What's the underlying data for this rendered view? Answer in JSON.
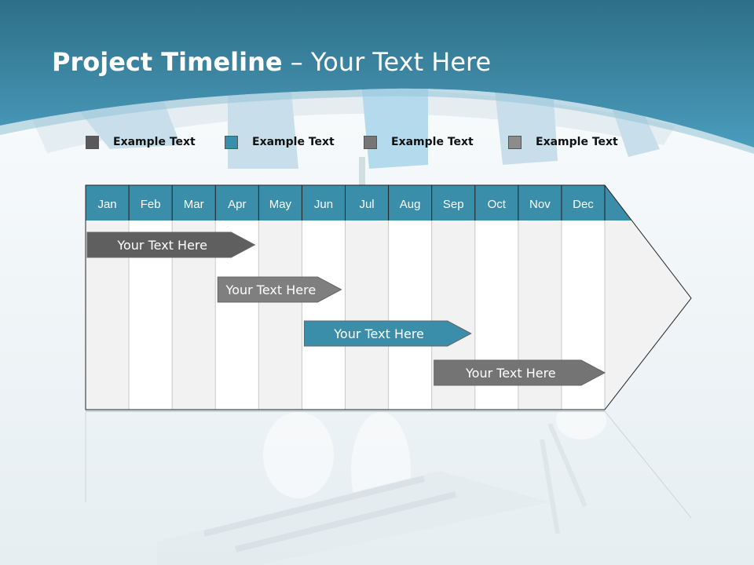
{
  "title": {
    "bold": "Project Timeline",
    "separator": "–",
    "rest": "Your Text Here"
  },
  "legend": [
    {
      "label": "Example Text",
      "color": "#595959"
    },
    {
      "label": "Example Text",
      "color": "#3a8eaa"
    },
    {
      "label": "Example Text",
      "color": "#767676"
    },
    {
      "label": "Example Text",
      "color": "#8c8c8c"
    }
  ],
  "months": [
    "Jan",
    "Feb",
    "Mar",
    "Apr",
    "May",
    "Jun",
    "Jul",
    "Aug",
    "Sep",
    "Oct",
    "Nov",
    "Dec"
  ],
  "tasks": [
    {
      "label": "Your  Text Here",
      "start": "Jan",
      "end": "Apr",
      "color": "#5f5f5f"
    },
    {
      "label": "Your  Text Here",
      "start": "Apr",
      "end": "Jun",
      "color": "#7f7f7f"
    },
    {
      "label": "Your  Text Here",
      "start": "Jun",
      "end": "Sep",
      "color": "#3a8eaa"
    },
    {
      "label": "Your  Text Here",
      "start": "Sep",
      "end": "Dec",
      "color": "#747474"
    }
  ],
  "colors": {
    "header": "#3a8eaa",
    "banner": "#3c8fad",
    "accent_light": "#cfe3ec"
  }
}
